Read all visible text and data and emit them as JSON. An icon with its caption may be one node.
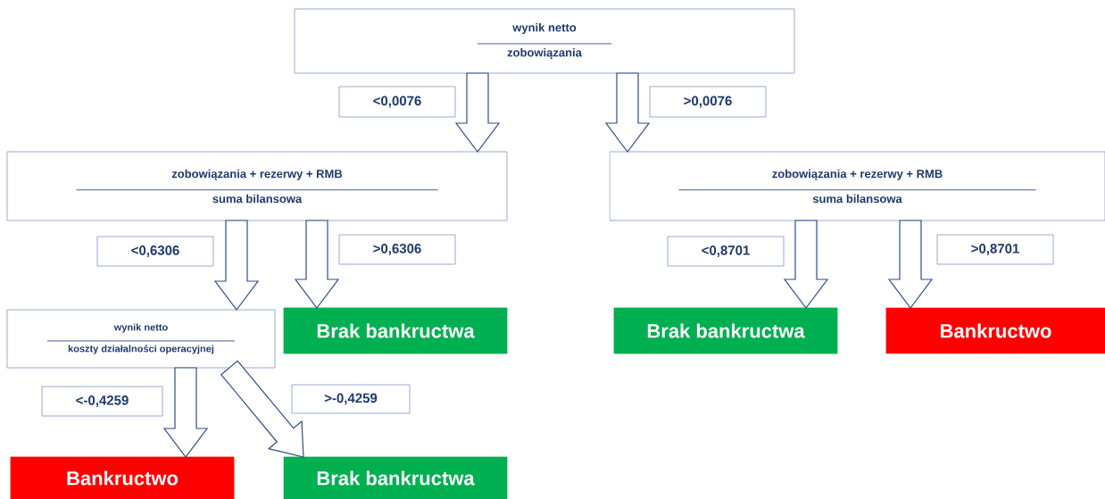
{
  "diagram": {
    "nodes": [
      {
        "text": [
          "wynik netto",
          "zobowiązania"
        ]
      },
      {
        "text": [
          "zobowiązania + rezerwy + RMB",
          "suma bilansowa"
        ]
      },
      {
        "text": [
          "zobowiązania + rezerwy + RMB",
          "suma bilansowa"
        ]
      },
      {
        "text": [
          "wynik netto",
          "koszty działalności operacyjnej"
        ]
      },
      {
        "text": [
          "Brak bankructwa"
        ]
      },
      {
        "text": [
          "Brak bankructwa"
        ]
      },
      {
        "text": [
          "Bankructwo"
        ]
      },
      {
        "text": [
          "Bankructwo"
        ]
      },
      {
        "text": [
          "Brak bankructwa"
        ]
      }
    ],
    "edges": [
      {
        "from": 0,
        "to": 1,
        "arrow": "to",
        "label": "<0,0076"
      },
      {
        "from": 0,
        "to": 2,
        "arrow": "to",
        "label": ">0,0076"
      },
      {
        "from": 1,
        "to": 3,
        "arrow": "to",
        "label": "<0,6306"
      },
      {
        "from": 1,
        "to": 4,
        "arrow": "to",
        "label": ">0,6306"
      },
      {
        "from": 2,
        "to": 5,
        "arrow": "to",
        "label": "<0,8701"
      },
      {
        "from": 2,
        "to": 6,
        "arrow": "to",
        "label": ">0,8701"
      },
      {
        "from": 3,
        "to": 7,
        "arrow": "to",
        "label": "<-0,4259"
      },
      {
        "from": 3,
        "to": 8,
        "arrow": "to",
        "label": ">-0,4259"
      }
    ]
  }
}
